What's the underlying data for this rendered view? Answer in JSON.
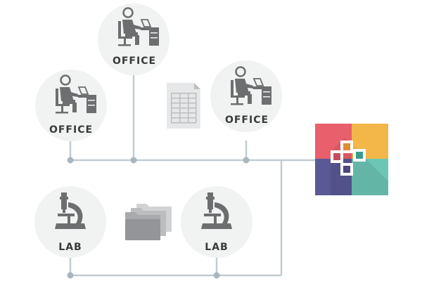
{
  "nodes": {
    "office_top": {
      "label": "OFFICE"
    },
    "office_left": {
      "label": "OFFICE"
    },
    "office_right": {
      "label": "OFFICE"
    },
    "lab_left": {
      "label": "LAB"
    },
    "lab_right": {
      "label": "LAB"
    }
  },
  "icons": {
    "spreadsheet": "spreadsheet-icon",
    "folders": "folder-stack-icon",
    "app_logo": "app-logo-icon",
    "worker": "office-worker-icon",
    "microscope": "microscope-icon"
  },
  "colors": {
    "network_line": "#c2ccd2",
    "connector_dot": "#a9b6be",
    "node_circle": "#f1f2f2",
    "icon_dark": "#6d6e70",
    "logo_red": "#e8606c",
    "logo_yellow": "#f2b649",
    "logo_purple": "#5b5896",
    "logo_teal": "#6cc6b5",
    "logo_orange": "#d98d34",
    "logo_green": "#3a9c8a"
  }
}
